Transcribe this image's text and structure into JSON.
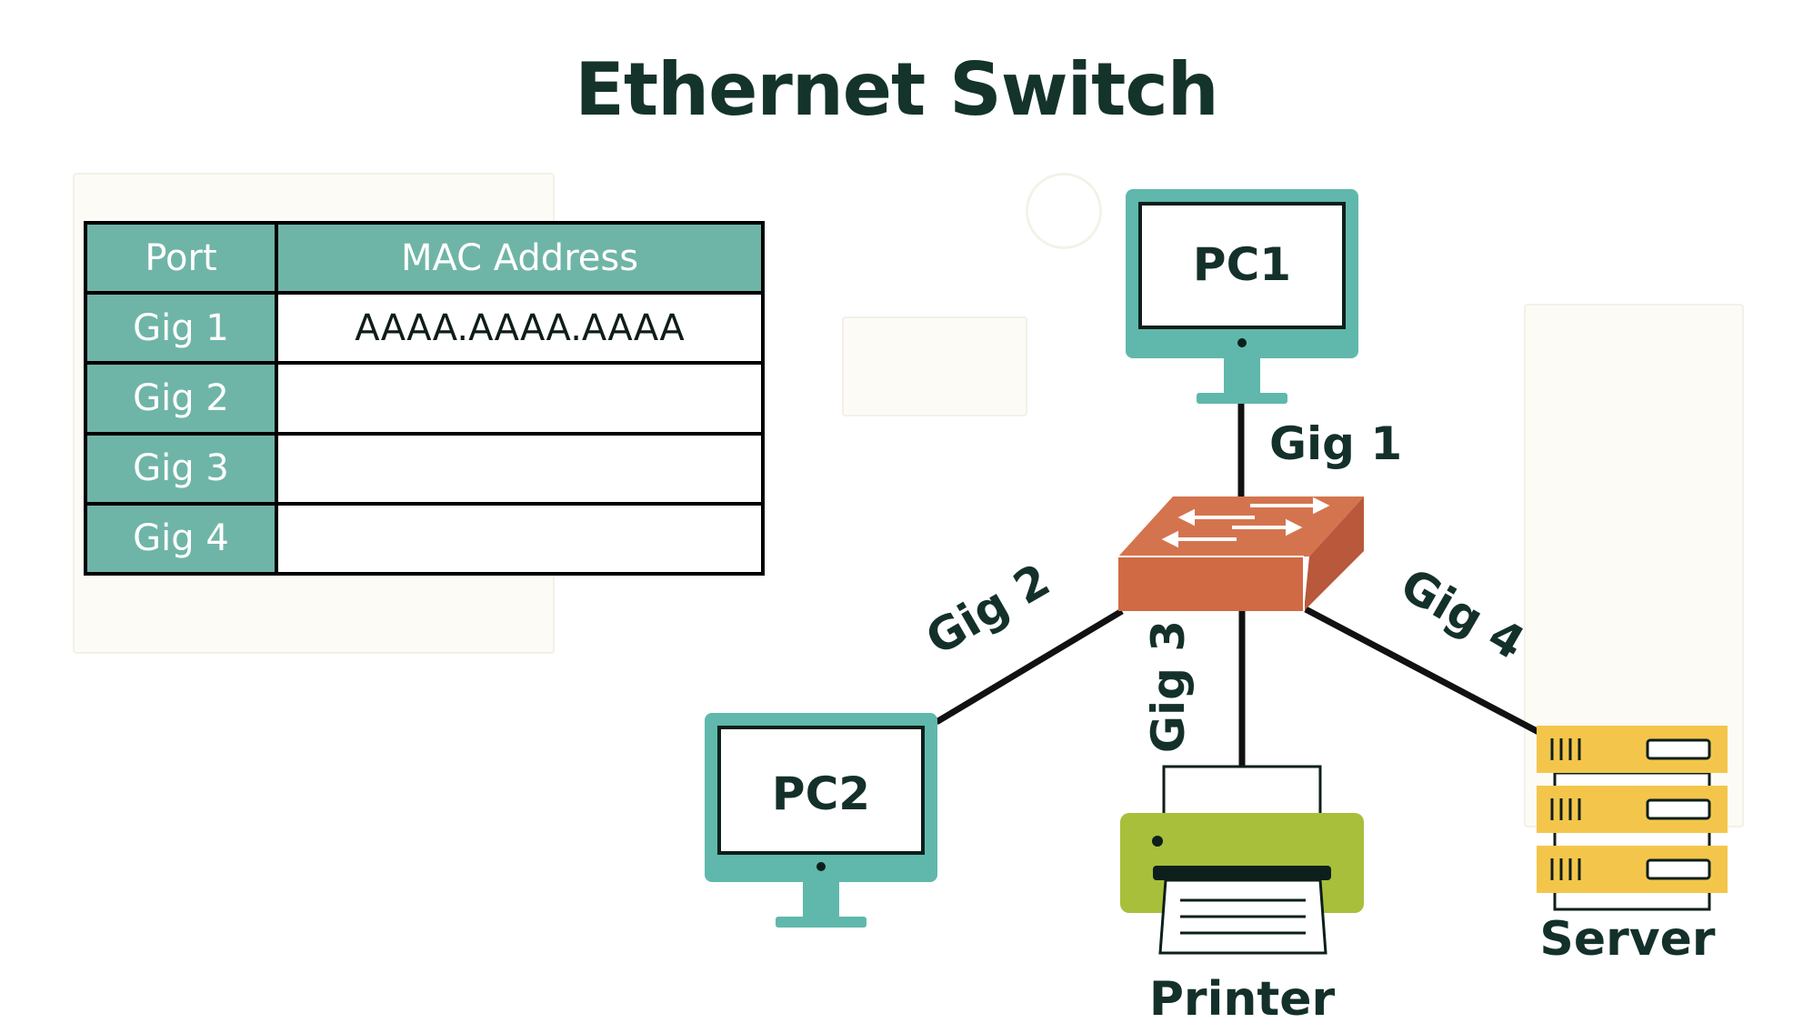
{
  "title": "Ethernet Switch",
  "table": {
    "headers": [
      "Port",
      "MAC Address"
    ],
    "rows": [
      {
        "port": "Gig 1",
        "mac": "AAAA.AAAA.AAAA"
      },
      {
        "port": "Gig 2",
        "mac": ""
      },
      {
        "port": "Gig 3",
        "mac": ""
      },
      {
        "port": "Gig 4",
        "mac": ""
      }
    ]
  },
  "links": {
    "gig1": "Gig 1",
    "gig2": "Gig 2",
    "gig3": "Gig 3",
    "gig4": "Gig 4"
  },
  "devices": {
    "pc1": "PC1",
    "pc2": "PC2",
    "printer": "Printer",
    "server": "Server"
  },
  "colors": {
    "table_header": "#6fb5a7",
    "monitor": "#5fb8ab",
    "switch": "#cf6a45",
    "printer_body": "#a7bf3a",
    "server": "#f3c64b"
  }
}
